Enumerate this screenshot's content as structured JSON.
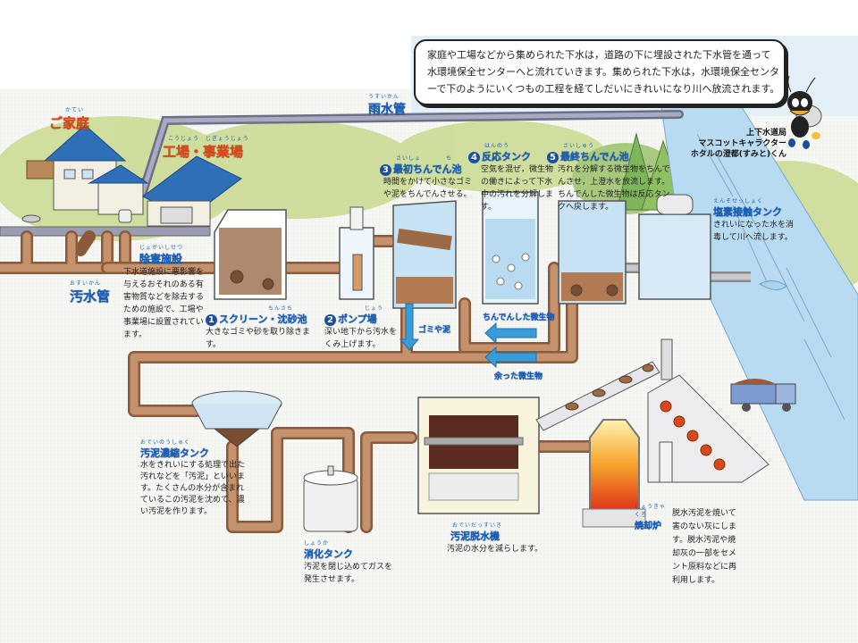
{
  "intro": {
    "text": "家庭や工場などから集められた下水は，道路の下に埋設された下水管を通って水環境保全センターへと流れていきます。集められた下水は，水環境保全センターで下のようにいくつもの工程を経てしだいにきれいになり川へ放流されます。"
  },
  "mascot": {
    "line1": "上下水道局",
    "line2": "マスコットキャラクター",
    "line3": "ホタルの澄都(すみと)くん"
  },
  "sources": {
    "home": {
      "ruby": "かてい",
      "label": "ご家庭"
    },
    "factory": {
      "ruby": "こうじょう　じぎょうじょう",
      "label": "工場・事業場"
    }
  },
  "pipes": {
    "rain": {
      "ruby": "うすいかん",
      "label": "雨水管"
    },
    "sewage": {
      "ruby": "おすいかん",
      "label": "汚水管"
    }
  },
  "removal": {
    "ruby": "じょがいしせつ",
    "label": "除害施設",
    "desc": "下水道施設に悪影響を与えるおそれのある有害物質などを除去するための施設で、工場や事業場に設置されています。"
  },
  "steps": [
    {
      "num": "1",
      "ruby": "ちんさち",
      "label": "スクリーン・沈砂池",
      "desc": "大きなゴミや砂を取り除きます。"
    },
    {
      "num": "2",
      "ruby": "じょう",
      "label": "ポンプ場",
      "desc": "深い地下から汚水をくみ上げます。"
    },
    {
      "num": "3",
      "ruby": "さいしょ　　　　ち",
      "label": "最初ちんでん池",
      "desc": "時間をかけて小さなゴミや泥をちんでんさせる。"
    },
    {
      "num": "4",
      "ruby": "はんのう",
      "label": "反応タンク",
      "desc": "空気を混ぜ，微生物の働きによって下水中の汚れを分解します。"
    },
    {
      "num": "5",
      "ruby": "さいしゅう",
      "label": "最終ちんでん池",
      "desc": "汚れを分解する微生物をちんでんさせ，上澄水を放流します。ちんでんした微生物は反応タンクへ戻します。"
    }
  ],
  "chlorine": {
    "ruby": "えんそせっしょく",
    "label": "塩素接触タンク",
    "desc": "きれいになった水を消毒して川へ流します。"
  },
  "flows": {
    "trash": "ゴミや泥",
    "settled": "ちんでんした微生物",
    "excess": "余った微生物"
  },
  "sludge": {
    "thickener": {
      "ruby": "おでいのうしゅく",
      "label": "汚泥濃縮タンク",
      "desc": "水をきれいにする処理で出た汚れなどを「汚泥」といいます。たくさんの水分が含まれているこの汚泥を沈めて、濃い汚泥を作ります。"
    },
    "digester": {
      "ruby": "しょうか",
      "label": "消化タンク",
      "desc": "汚泥を閉じ込めてガスを発生させます。"
    },
    "dewater": {
      "ruby": "おでいだっすいき",
      "label": "汚泥脱水機",
      "desc": "汚泥の水分を減らします。"
    },
    "incinerator": {
      "ruby": "しょうきゃくろ",
      "label": "焼却炉",
      "desc": "脱水汚泥を焼いて害のない灰にします。脱水汚泥や焼却灰の一部をセメント原料などに再利用します。"
    }
  },
  "colors": {
    "title_blue": "#1a5fb4",
    "title_orange": "#d9481a",
    "pipe_brown": "#b07a55",
    "pipe_gray": "#8d8fa8",
    "water": "#a9d3ee",
    "grass": "#c9d98f",
    "roof": "#2e6fb8"
  }
}
